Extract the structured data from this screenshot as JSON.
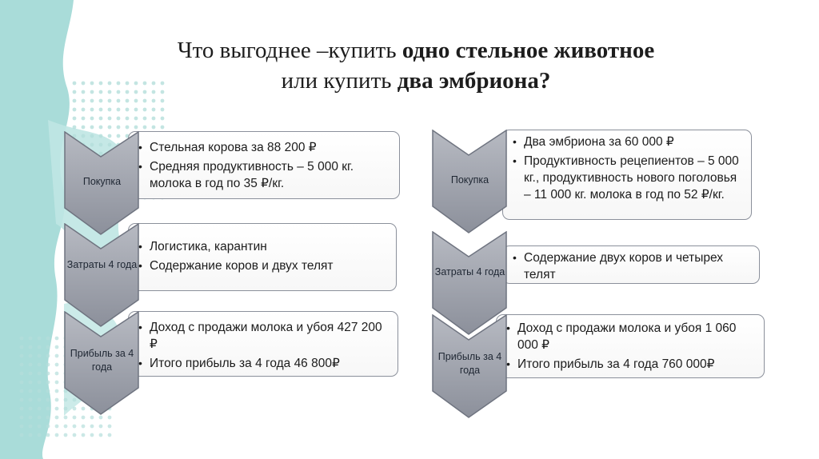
{
  "title": {
    "line1_regular": "Что выгоднее –купить ",
    "line1_bold": "одно стельное животное",
    "line2_regular": "или купить ",
    "line2_bold": "два эмбриона?"
  },
  "left": {
    "purchase": {
      "label": "Покупка",
      "items": [
        "Стельная корова за 88 200 ₽",
        "Средняя продуктивность – 5 000 кг. молока в год по 35 ₽/кг."
      ]
    },
    "costs": {
      "label": "Затраты 4 года",
      "items": [
        "Логистика, карантин",
        "Содержание коров и двух телят"
      ]
    },
    "profit": {
      "label": "Прибыль за 4 года",
      "items": [
        "Доход с продажи молока и убоя 427 200 ₽",
        "Итого прибыль за 4 года 46 800₽"
      ]
    }
  },
  "right": {
    "purchase": {
      "label": "Покупка",
      "items": [
        "Два эмбриона за 60 000 ₽",
        "Продуктивность рецепиентов – 5 000 кг., продуктивность нового поголовья – 11 000 кг. молока в год по 52 ₽/кг."
      ]
    },
    "costs": {
      "label": "Затраты 4 года",
      "items": [
        "Содержание двух коров и четырех телят"
      ]
    },
    "profit": {
      "label": "Прибыль за 4 года",
      "items": [
        "Доход с продажи молока и убоя 1 060 000 ₽",
        "Итого прибыль за 4 года 760 000₽"
      ]
    }
  },
  "colors": {
    "chevron_fill": "#9fa3ad",
    "chevron_dark": "#747985",
    "accent_teal": "#a9dcd9"
  }
}
